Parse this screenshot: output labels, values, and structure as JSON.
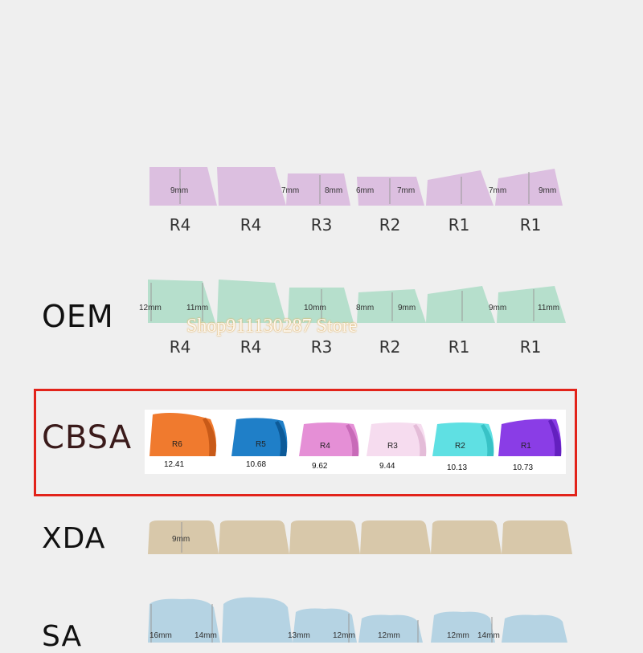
{
  "profiles": {
    "oem_label": "OEM",
    "cbsa_label": "CBSA",
    "xda_label": "XDA",
    "sa_label": "SA"
  },
  "top_row": {
    "rows": [
      "R4",
      "R4",
      "R3",
      "R2",
      "R1",
      "R1"
    ],
    "dims": [
      "9mm",
      "7mm",
      "8mm",
      "6mm",
      "7mm",
      "7mm",
      "9mm"
    ],
    "color": "#dcbfe0"
  },
  "oem_row": {
    "rows": [
      "R4",
      "R4",
      "R3",
      "R2",
      "R1",
      "R1"
    ],
    "dims": [
      "12mm",
      "11mm",
      "10mm",
      "8mm",
      "9mm",
      "9mm",
      "11mm"
    ],
    "color": "#b6dfcc"
  },
  "cbsa_row": {
    "caps": [
      {
        "label": "R6",
        "value": "12.41",
        "color": "#f07a2e"
      },
      {
        "label": "R5",
        "value": "10.68",
        "color": "#1f7fc8"
      },
      {
        "label": "R4",
        "value": "9.62",
        "color": "#e58fd6"
      },
      {
        "label": "R3",
        "value": "9.44",
        "color": "#f6dcef"
      },
      {
        "label": "R2",
        "value": "10.13",
        "color": "#5fe0e3"
      },
      {
        "label": "R1",
        "value": "10.73",
        "color": "#8a3de6"
      }
    ],
    "box_color": "#e2231a"
  },
  "xda_row": {
    "dims": [
      "9mm"
    ],
    "color": "#d8c8aa"
  },
  "sa_row": {
    "dims": [
      "16mm",
      "14mm",
      "13mm",
      "12mm",
      "12mm",
      "12mm",
      "14mm"
    ],
    "color": "#b5d3e3"
  },
  "watermark": "Shop911130287 Store"
}
